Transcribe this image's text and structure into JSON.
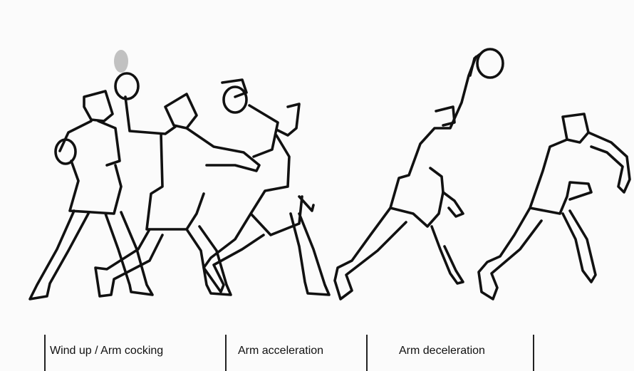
{
  "phases": [
    {
      "label": "Wind up / Arm cocking"
    },
    {
      "label": "Arm acceleration"
    },
    {
      "label": "Arm deceleration"
    }
  ],
  "figures": [
    {
      "name": "thrower-windup",
      "icon": "stick-figure-icon"
    },
    {
      "name": "thrower-cocking",
      "icon": "stick-figure-icon"
    },
    {
      "name": "thrower-early-acceleration",
      "icon": "stick-figure-icon"
    },
    {
      "name": "thrower-release",
      "icon": "stick-figure-icon"
    },
    {
      "name": "thrower-follow-through",
      "icon": "stick-figure-icon"
    }
  ],
  "colors": {
    "ink": "#111111",
    "paper": "#fbfbfb"
  }
}
